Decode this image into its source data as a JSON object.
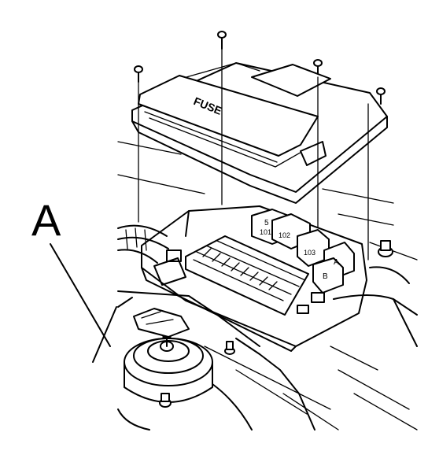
{
  "diagram": {
    "callout_label": "A",
    "cover_label": "FUSE",
    "relay_labels": [
      "5",
      "101",
      "102",
      "103",
      "A",
      "B"
    ]
  }
}
